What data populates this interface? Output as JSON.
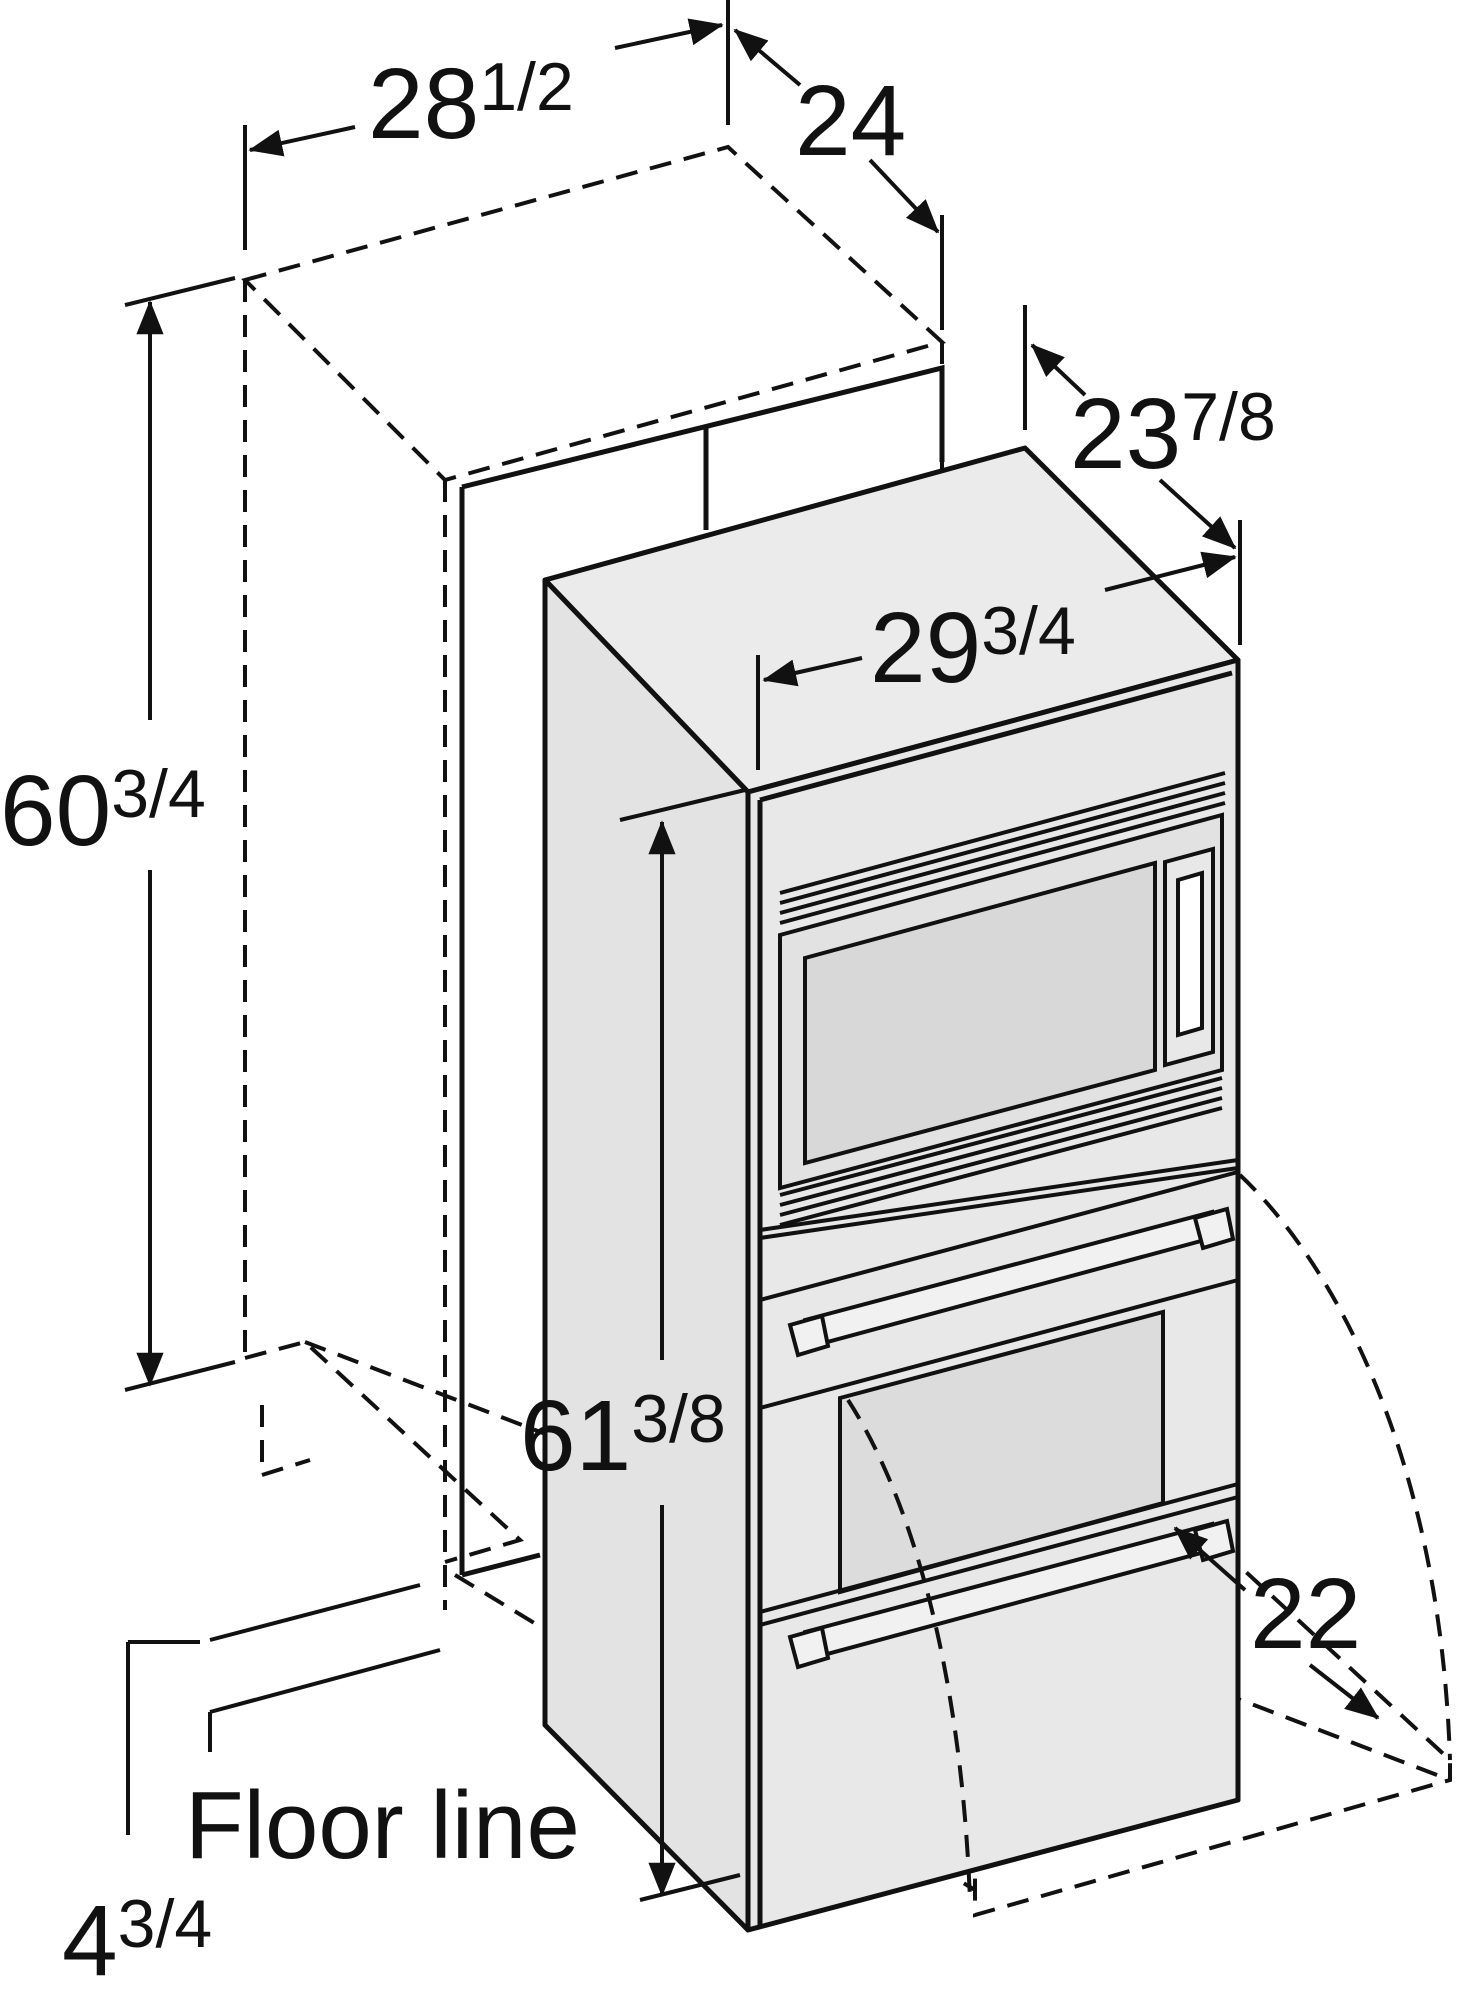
{
  "diagram": {
    "colors": {
      "ink": "#111111",
      "appliance_fill": "#e6e6e6",
      "appliance_top": "#ebebeb",
      "glass_fill": "#dcdcdc"
    },
    "dimensions": {
      "cutout_width": {
        "whole": "28",
        "fraction": "1/2"
      },
      "cutout_depth": {
        "whole": "24",
        "fraction": ""
      },
      "cutout_height": {
        "whole": "60",
        "fraction": "3/4"
      },
      "appliance_depth": {
        "whole": "23",
        "fraction": "7/8"
      },
      "appliance_width": {
        "whole": "29",
        "fraction": "3/4"
      },
      "appliance_height": {
        "whole": "61",
        "fraction": "3/8"
      },
      "door_clearance": {
        "whole": "22",
        "fraction": ""
      },
      "floor_offset": {
        "whole": "4",
        "fraction": "3/4"
      }
    },
    "floor_label": "Floor line"
  }
}
